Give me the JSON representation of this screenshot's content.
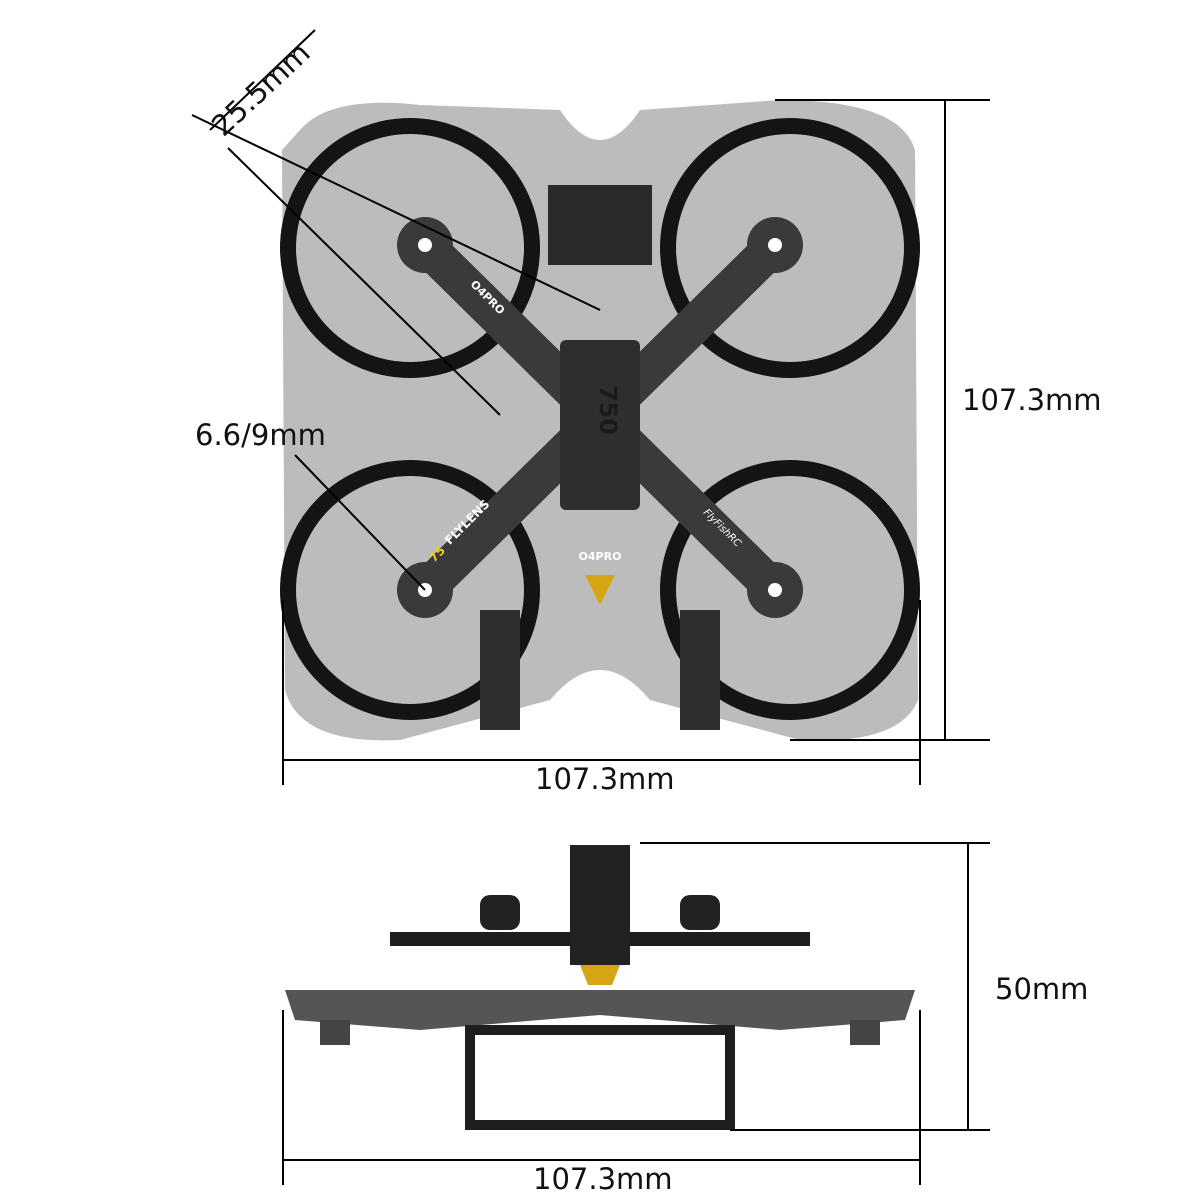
{
  "dimensions": {
    "prop_size": "25.5mm",
    "motor_mount": "6.6/9mm",
    "top_width": "107.3mm",
    "top_length": "107.3mm",
    "side_height": "50mm",
    "side_width": "107.3mm"
  },
  "frame_markings": {
    "vtx_mount_left": "O4PRO",
    "vtx_mount_rear": "O4PRO",
    "battery_tray": "750",
    "model_name": "FLYLENS",
    "model_number": "75",
    "logo": "FlyFishRC"
  },
  "colors": {
    "frame": "#3a3a3a",
    "duct": "#1c1c1c",
    "accent_gold": "#d6a514",
    "model_number": "#e8d21a"
  }
}
